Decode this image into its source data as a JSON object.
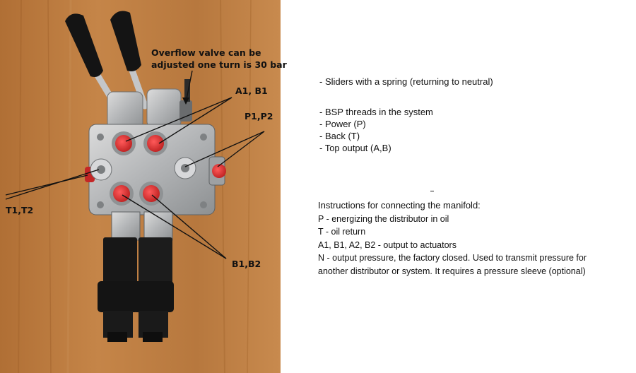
{
  "labels": {
    "overflow_line1": "Overflow valve can be",
    "overflow_line2": "adjusted one turn is 30 bar",
    "a1b1": "A1, B1",
    "p1p2": "P1,P2",
    "t1t2": "T1,T2",
    "b1b2": "B1,B2"
  },
  "features": [
    "- Sliders with a spring (returning to neutral)",
    "- BSP threads in the system",
    "- Power (P)",
    "- Back (T)",
    "- Top output (A,B)"
  ],
  "instructions": {
    "heading": "Instructions for connecting the manifold:",
    "lines": [
      "P - energizing the distributor in oil",
      "T - oil return",
      "A1, B1, A2, B2 - output to actuators",
      "N - output pressure, the factory closed.  Used to transmit pressure for",
      "another distributor or system. It requires a pressure sleeve (optional)"
    ]
  },
  "colors": {
    "wood": "#b5773c",
    "port_red": "#d82a2a",
    "steel": "#b7b9bb",
    "text": "#111111"
  }
}
